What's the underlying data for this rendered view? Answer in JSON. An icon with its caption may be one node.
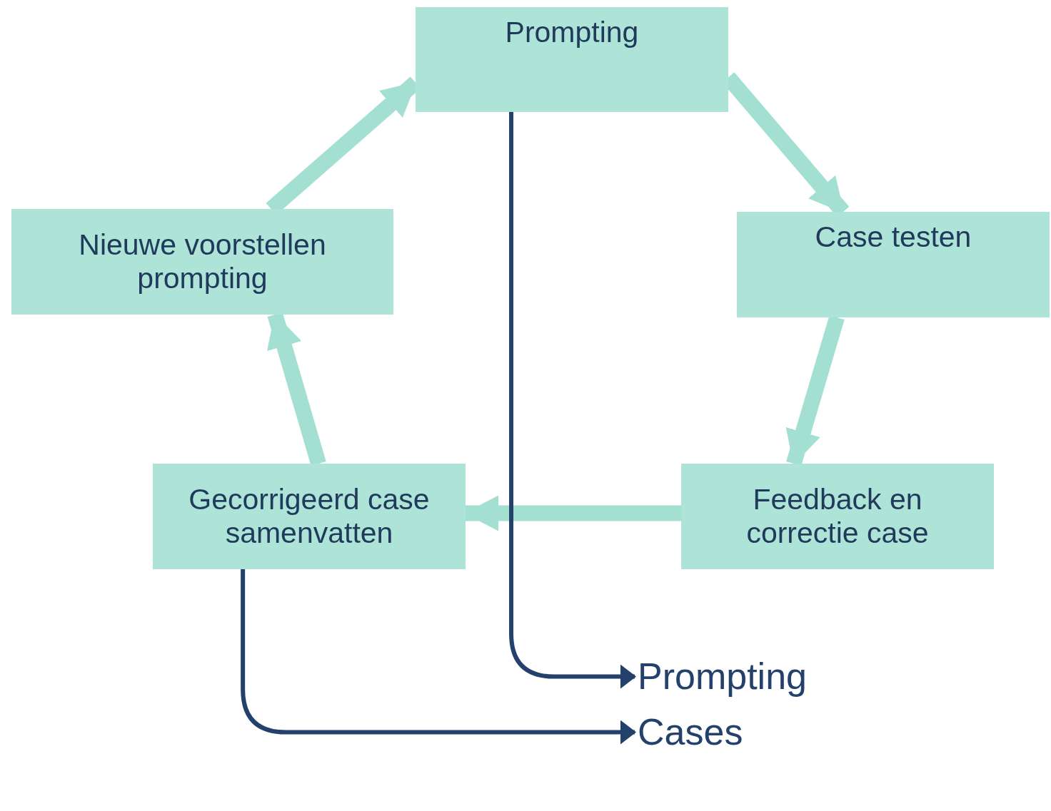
{
  "diagram": {
    "nodes": [
      {
        "text": [
          "Prompting"
        ]
      },
      {
        "text": [
          "Case testen"
        ]
      },
      {
        "text": [
          "Feedback en correctie case"
        ]
      },
      {
        "text": [
          "Gecorrigeerd case samenvatten"
        ]
      },
      {
        "text": [
          "Nieuwe voorstellen prompting"
        ]
      },
      {
        "text": [
          "Prompting"
        ]
      },
      {
        "text": [
          "Cases"
        ]
      }
    ],
    "edges": [
      {
        "from": 0,
        "to": 1,
        "arrow": "to"
      },
      {
        "from": 1,
        "to": 2,
        "arrow": "to"
      },
      {
        "from": 2,
        "to": 3,
        "arrow": "to"
      },
      {
        "from": 3,
        "to": 4,
        "arrow": "to"
      },
      {
        "from": 4,
        "to": 0,
        "arrow": "to"
      },
      {
        "from": 0,
        "to": 5,
        "arrow": "to",
        "color": "#23416b"
      },
      {
        "from": 3,
        "to": 6,
        "arrow": "to",
        "color": "#23416b"
      }
    ]
  }
}
